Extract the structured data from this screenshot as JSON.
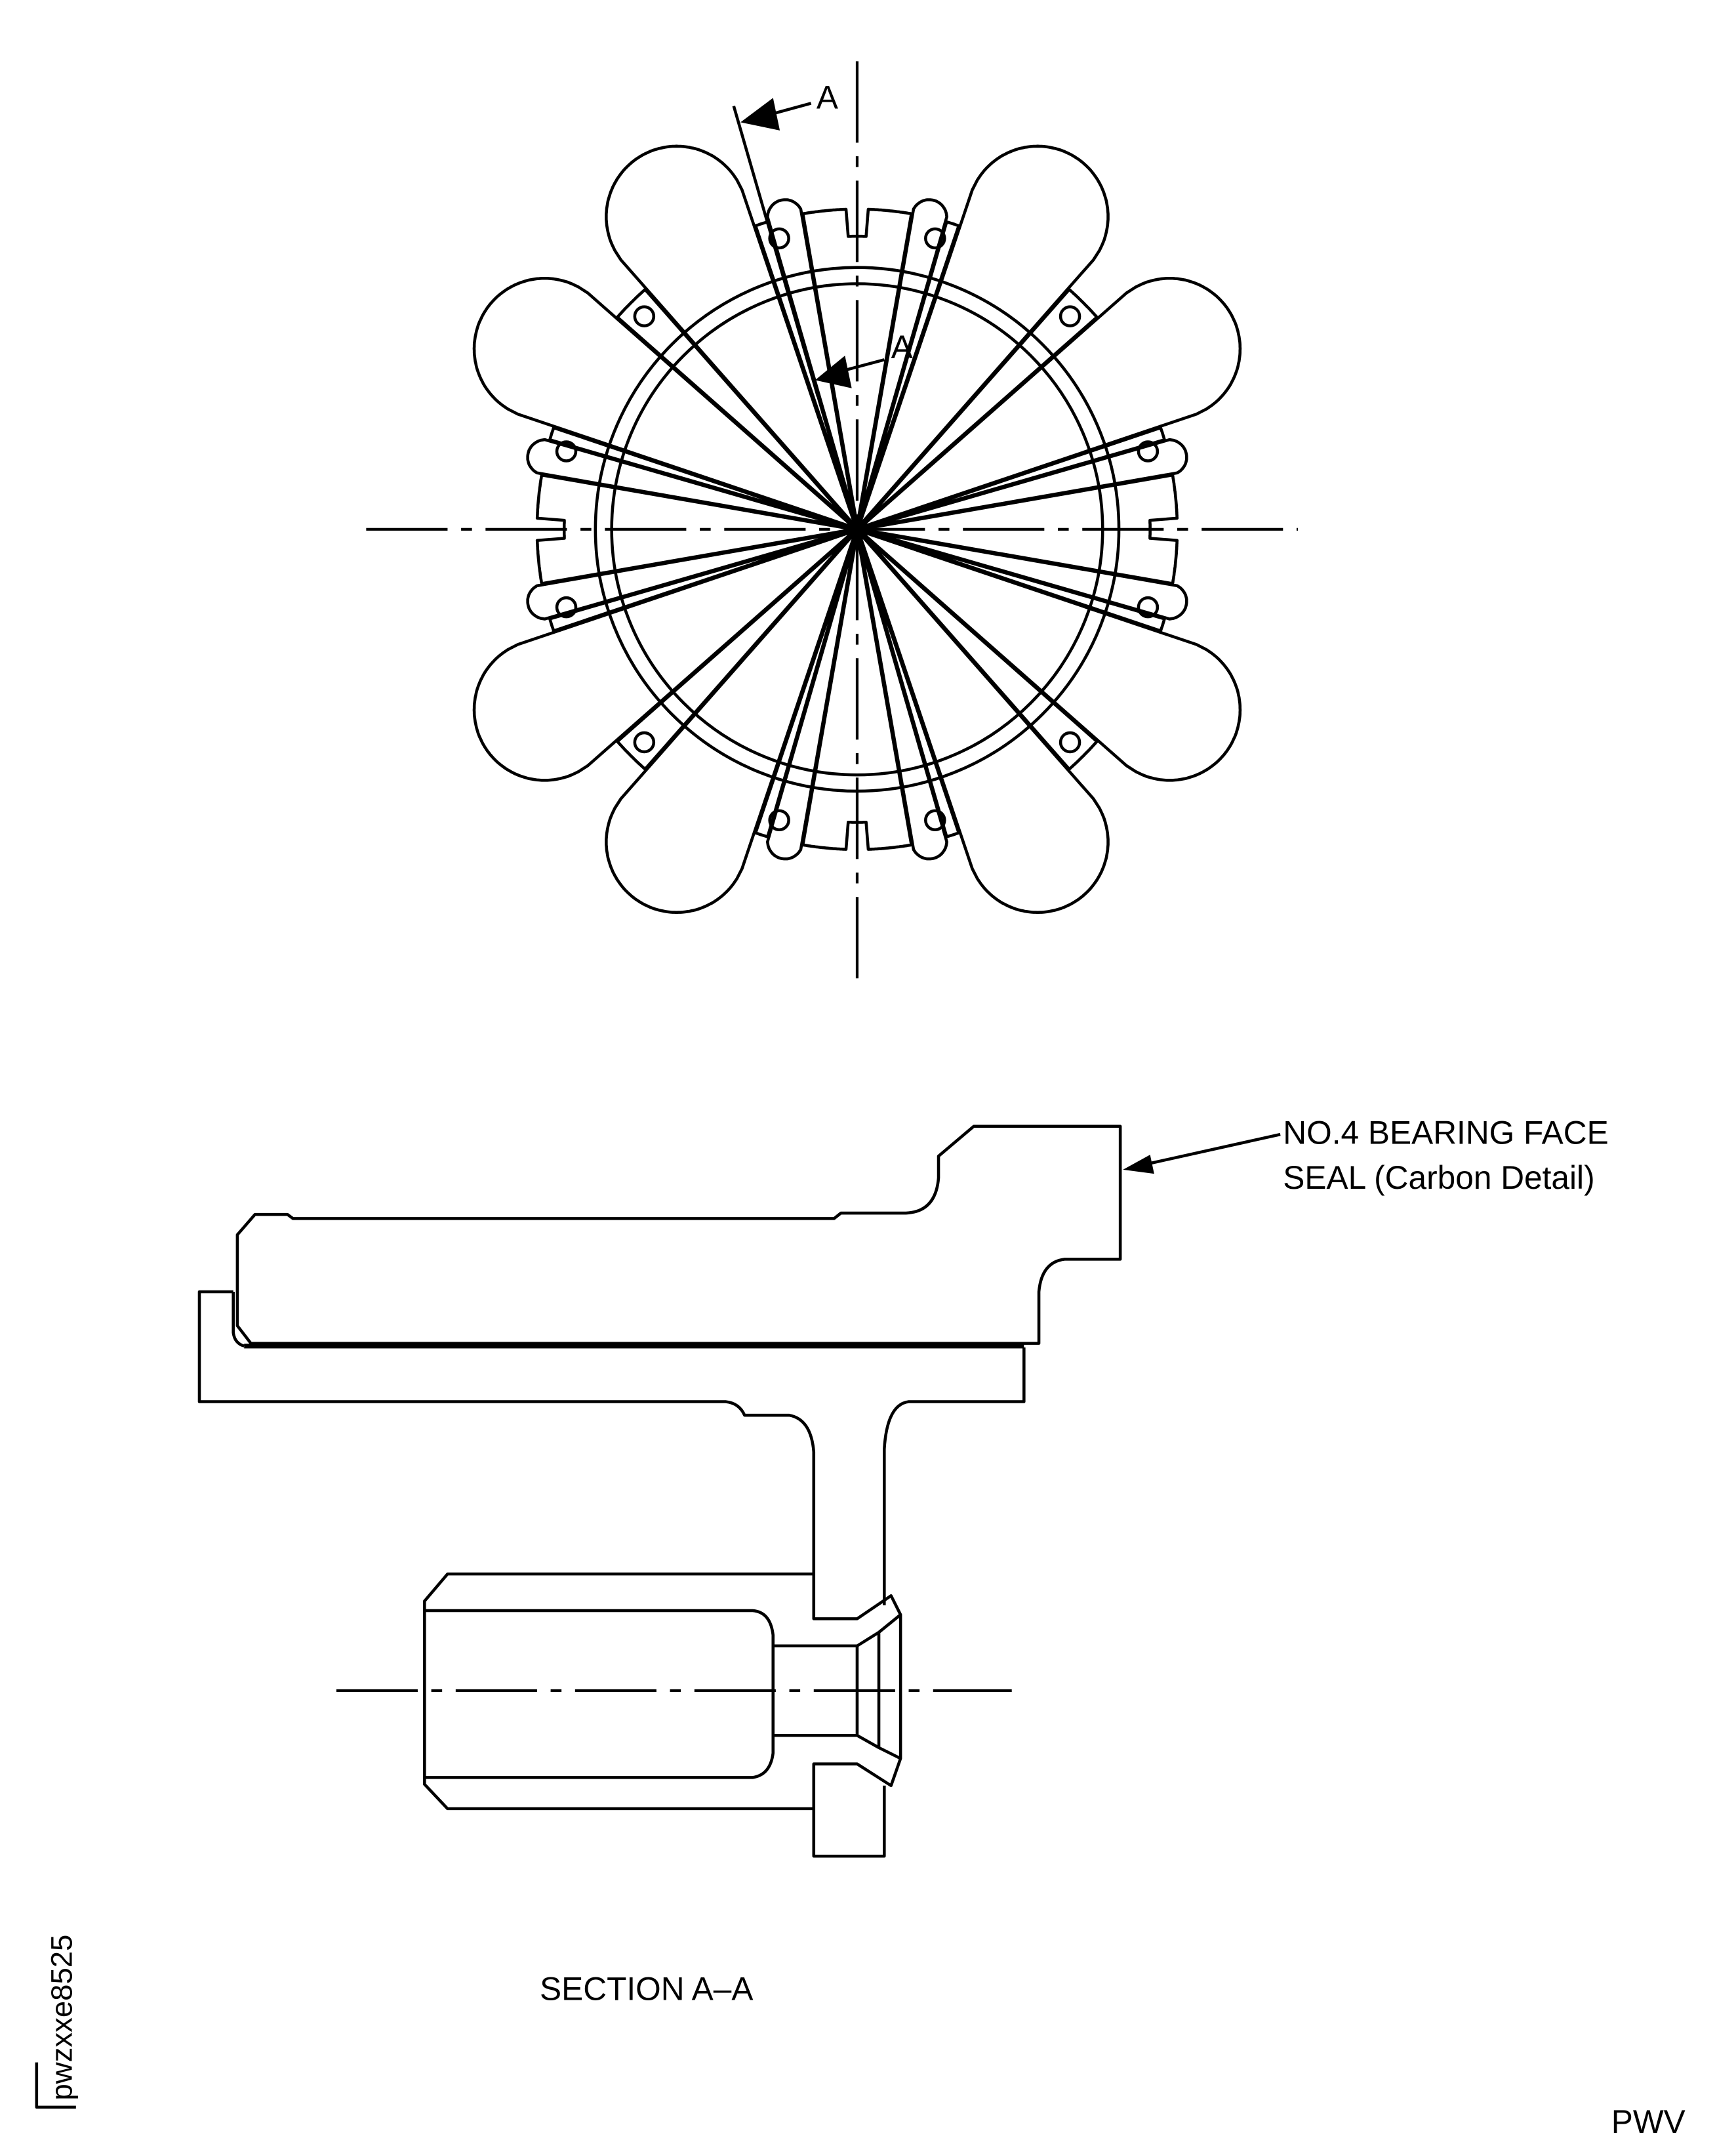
{
  "top_view": {
    "section_label_top": "A",
    "section_label_bottom": "A"
  },
  "section_view": {
    "callout_line1": "NO.4 BEARING FACE",
    "callout_line2": "SEAL (Carbon Detail)",
    "title": "SECTION A–A"
  },
  "footer": {
    "figure_id": "pwzxxe8525",
    "code": "PWV"
  },
  "colors": {
    "line": "#000000",
    "background": "#ffffff"
  }
}
